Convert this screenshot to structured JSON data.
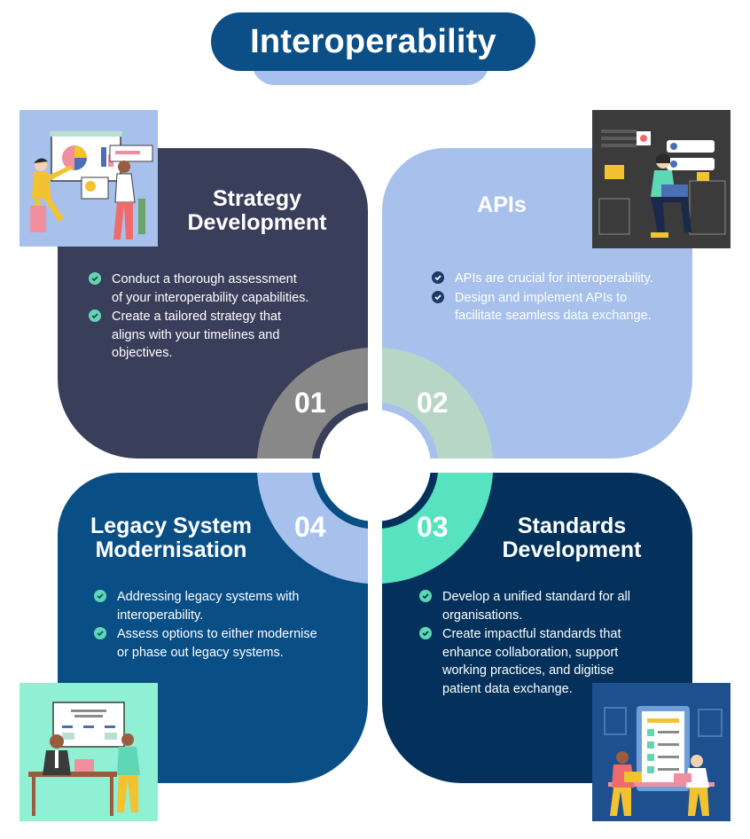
{
  "title": "Interoperability",
  "sections": [
    {
      "number": "01",
      "heading": "Strategy Development",
      "bullets": [
        "Conduct a thorough assessment of your interoperability capabilities.",
        "Create a tailored strategy that aligns with your timelines and objectives."
      ]
    },
    {
      "number": "02",
      "heading": "APIs",
      "bullets": [
        "APIs are crucial for interoperability.",
        "Design and implement APIs to facilitate seamless data exchange."
      ]
    },
    {
      "number": "03",
      "heading": "Standards Development",
      "bullets": [
        "Develop a unified standard for all organisations.",
        "Create impactful standards that enhance collaboration, support working practices, and digitise patient data exchange."
      ]
    },
    {
      "number": "04",
      "heading": "Legacy System Modernisation",
      "bullets": [
        "Addressing legacy systems with interoperability.",
        "Assess options to either modernise or phase out legacy systems."
      ]
    }
  ],
  "colors": {
    "title_bg": "#0b4f86",
    "q1": "#393e5a",
    "q2": "#a7c1ec",
    "q3": "#03315b",
    "q4": "#0a4e86",
    "arc1": "#888888",
    "arc2": "#b8d6c6",
    "arc3": "#57e3c0",
    "arc4": "#a7c1ec",
    "check_light": "#5fd6b4",
    "check_dark": "#1b3a66"
  },
  "icons": [
    "check-circle-icon"
  ]
}
